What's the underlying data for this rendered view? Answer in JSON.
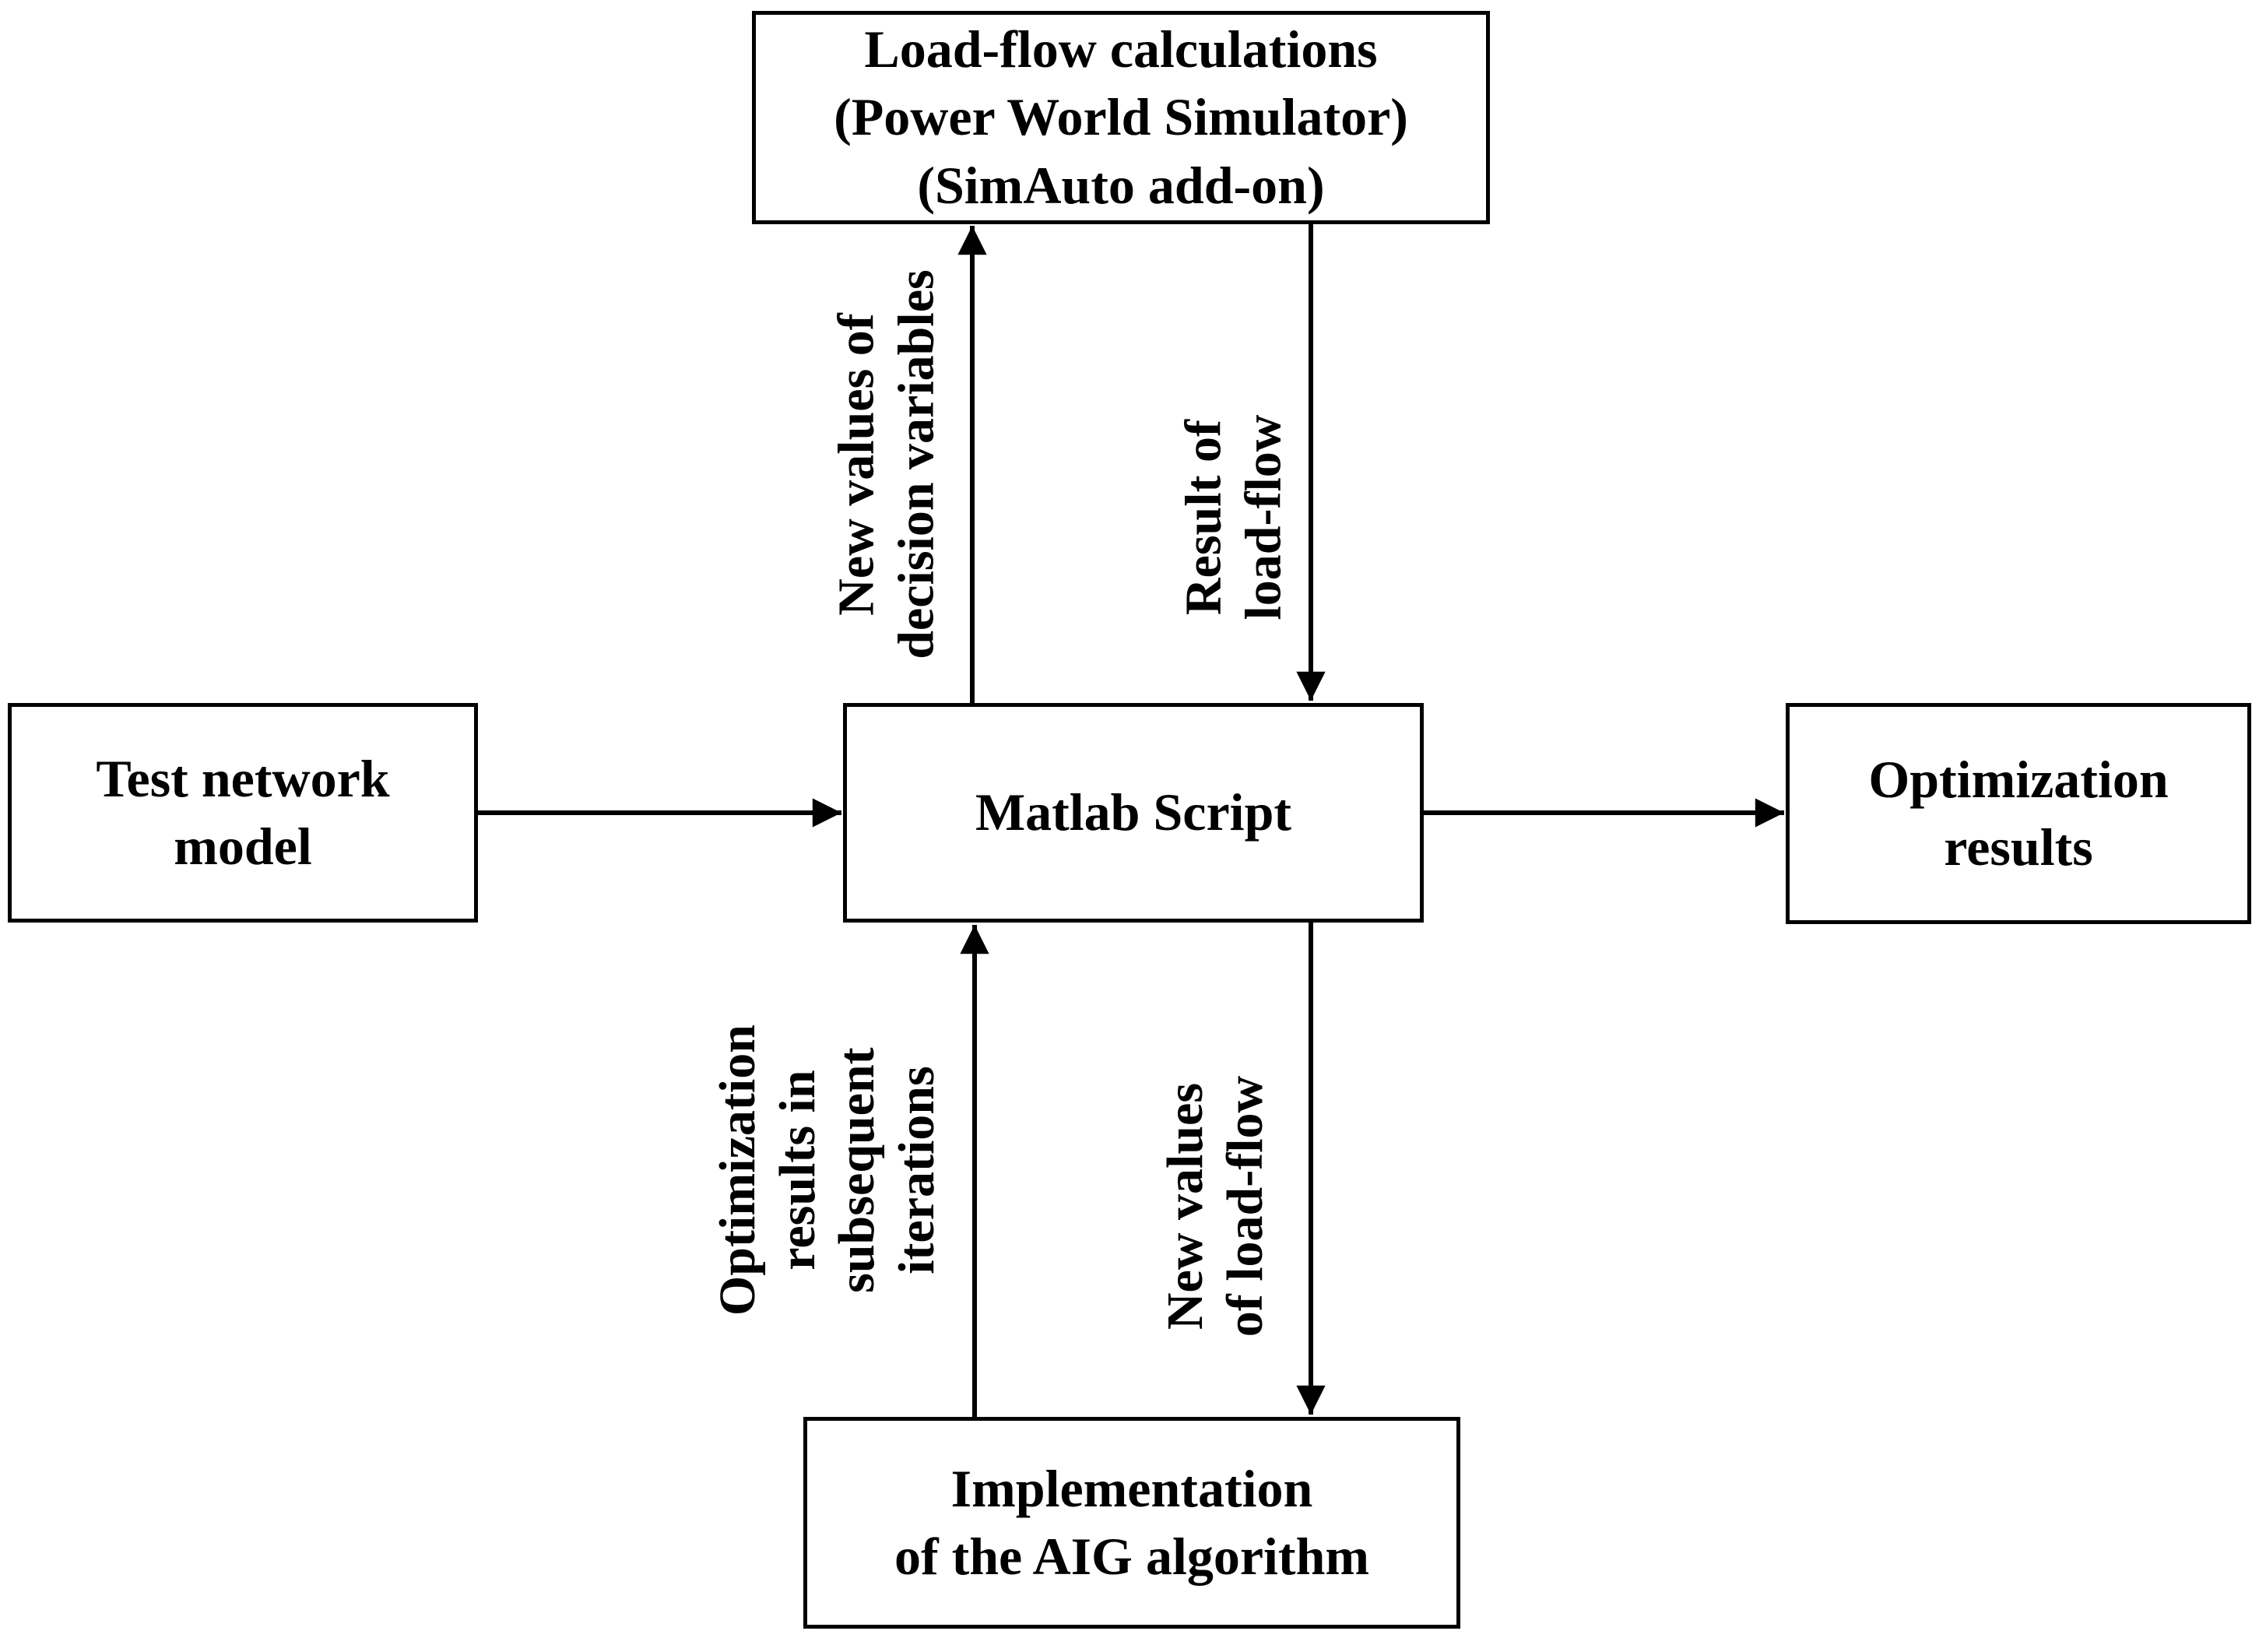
{
  "boxes": {
    "load_flow": {
      "label": "Load-flow calculations\n(Power World Simulator)\n(SimAuto add-on)"
    },
    "test_network": {
      "label": "Test network\nmodel"
    },
    "matlab": {
      "label": "Matlab Script"
    },
    "optimization": {
      "label": "Optimization\nresults"
    },
    "aig": {
      "label": "Implementation\nof the AIG algorithm"
    }
  },
  "edge_labels": {
    "new_values_decision": "New values of\ndecision variables",
    "result_load_flow": "Result of\nload-flow",
    "optimization_iterations": "Optimization\nresults in\nsubsequent\niterations",
    "new_values_load_flow": "New values\nof load-flow"
  },
  "colors": {
    "line": "#000000",
    "background": "#ffffff",
    "box_fill": "#ffffff"
  }
}
